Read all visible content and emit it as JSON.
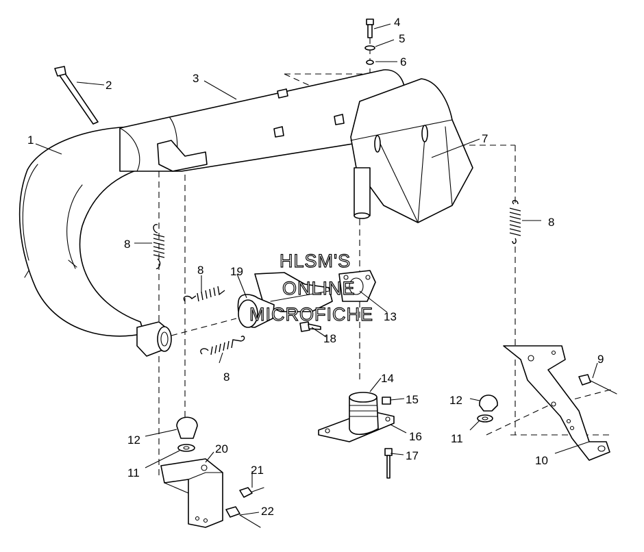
{
  "watermark": {
    "line1": "HLSM'S",
    "line2": "ONLINE",
    "line3": "MICROFICHE"
  },
  "callouts": {
    "c1": "1",
    "c2": "2",
    "c3": "3",
    "c4": "4",
    "c5": "5",
    "c6": "6",
    "c7": "7",
    "c8a": "8",
    "c8b": "8",
    "c8c": "8",
    "c8d": "8",
    "c9": "9",
    "c10": "10",
    "c11a": "11",
    "c11b": "11",
    "c12a": "12",
    "c12b": "12",
    "c13": "13",
    "c14": "14",
    "c15": "15",
    "c16": "16",
    "c17": "17",
    "c18": "18",
    "c19": "19",
    "c20": "20",
    "c21": "21",
    "c22": "22"
  }
}
